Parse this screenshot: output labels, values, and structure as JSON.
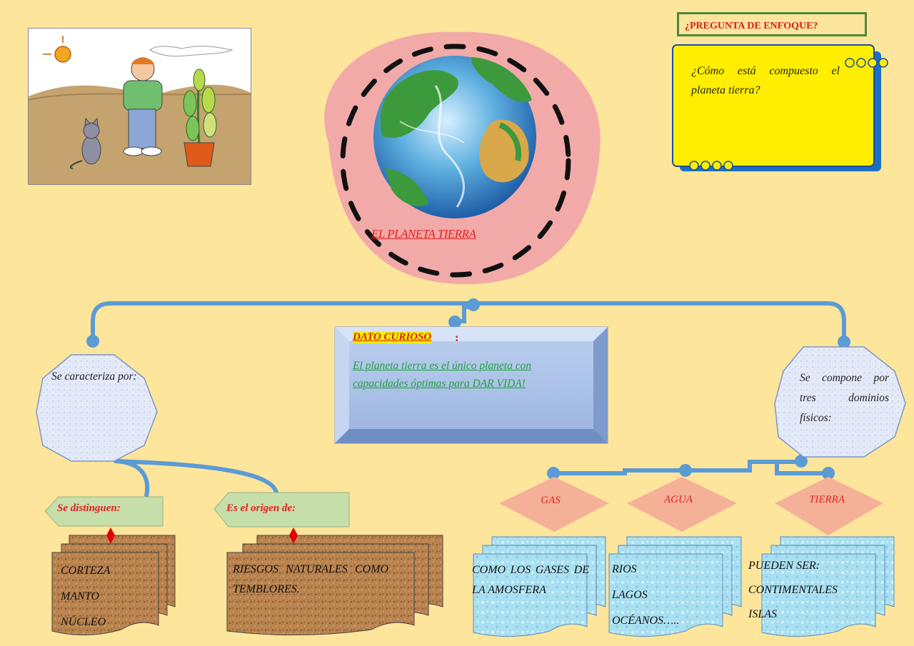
{
  "focus": {
    "header": "¿PREGUNTA DE ENFOQUE?",
    "question": "¿Cómo está compuesto el planeta tierra?"
  },
  "center": {
    "title": "EL PLANETA TIERRA"
  },
  "dato": {
    "label": "DATO CURIOSO",
    "colon": ":",
    "text": "El planeta tierra es el único planeta con capacidades óptimas para DAR VIDA!"
  },
  "left_branch": {
    "octagon_text": "Se caracteriza por:",
    "pointers": [
      {
        "label": "Se distinguen:"
      },
      {
        "label": "Es el origen de:"
      }
    ],
    "cards": [
      {
        "lines": [
          "CORTEZA",
          "MANTO",
          "NÚCLEO"
        ]
      },
      {
        "text": "RIESGOS NATURALES COMO TEMBLORES."
      }
    ]
  },
  "right_branch": {
    "octagon_text": "Se compone por tres dominios físicos:",
    "domains": [
      {
        "label": "GAS"
      },
      {
        "label": "AGUA"
      },
      {
        "label": "TIERRA"
      }
    ],
    "cards": [
      {
        "text": "COMO LOS GASES DE LA AMOSFERA"
      },
      {
        "lines": [
          "RIOS",
          "LAGOS",
          "OCÉANOS….."
        ]
      },
      {
        "lines": [
          "PUEDEN SER:",
          "CONTIMENTALES",
          "ISLAS"
        ]
      }
    ]
  },
  "colors": {
    "background": "#fde59b",
    "connector": "#5b9bd5",
    "accent_red": "#e02020",
    "dato_green": "#22a040",
    "note_yellow": "#ffee00",
    "globe_ring": "#f2aaa8"
  },
  "icons": {
    "sun": "sun-icon",
    "cat": "cat-icon",
    "plant": "potted-plant-icon",
    "globe": "globe-icon",
    "marker": "diamond-marker-icon"
  }
}
